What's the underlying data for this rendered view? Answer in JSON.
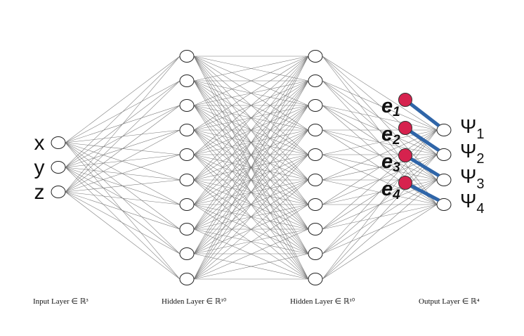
{
  "layers": [
    {
      "label": "Input Layer ∈ ℝ³",
      "size": 3,
      "inputs": [
        "x",
        "y",
        "z"
      ]
    },
    {
      "label": "Hidden Layer ∈ ℝ¹⁰",
      "size": 10
    },
    {
      "label": "Hidden Layer ∈ ℝ¹⁰",
      "size": 10
    },
    {
      "label": "Output Layer ∈ ℝ⁴",
      "size": 4,
      "outputs": [
        {
          "base": "Ψ",
          "sub": "1"
        },
        {
          "base": "Ψ",
          "sub": "2"
        },
        {
          "base": "Ψ",
          "sub": "3"
        },
        {
          "base": "Ψ",
          "sub": "4"
        }
      ]
    }
  ],
  "error_nodes": [
    {
      "base": "e",
      "sub": "1"
    },
    {
      "base": "e",
      "sub": "2"
    },
    {
      "base": "e",
      "sub": "3"
    },
    {
      "base": "e",
      "sub": "4"
    }
  ],
  "colors": {
    "error_node_fill": "#d6224e",
    "error_connection": "#2f65a8",
    "edge": "#777777",
    "node_stroke": "#222222"
  }
}
